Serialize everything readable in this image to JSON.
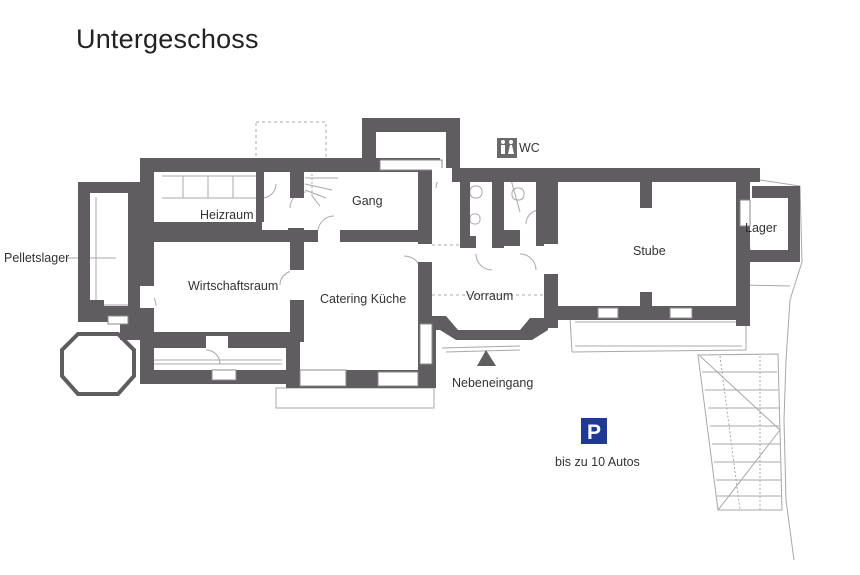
{
  "title": "Untergeschoss",
  "rooms": {
    "heizraum": "Heizraum",
    "gang": "Gang",
    "wc": "WC",
    "pelletslager": "Pelletslager",
    "wirtschaftsraum": "Wirtschaftsraum",
    "catering_kueche": "Catering Küche",
    "vorraum": "Vorraum",
    "stube": "Stube",
    "lager": "Lager"
  },
  "entrance": {
    "label": "Nebeneingang"
  },
  "parking": {
    "symbol": "P",
    "caption": "bis zu 10 Autos"
  },
  "colors": {
    "wall": "#5f5d5f",
    "line": "#9a9a9a",
    "parking_blue": "#1f3a93",
    "text": "#333333"
  },
  "icons": [
    "restroom-icon",
    "entrance-arrow-icon",
    "parking-sign-icon"
  ]
}
